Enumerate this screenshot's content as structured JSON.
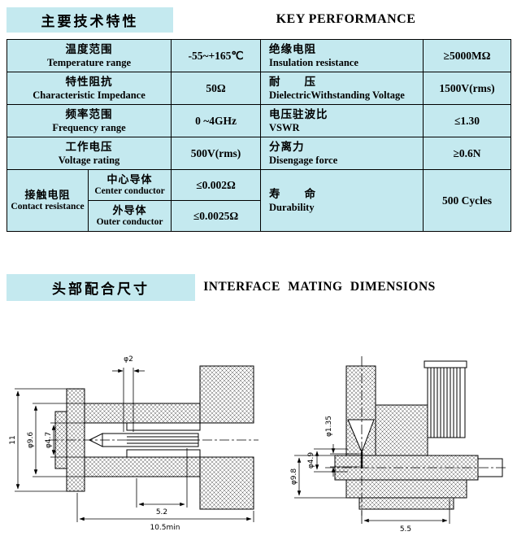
{
  "colors": {
    "accent": "#c4e9ef"
  },
  "section1": {
    "title_cn": "主要技术特性",
    "title_en": "KEY PERFORMANCE"
  },
  "spec_table": {
    "rows": [
      {
        "param_cn": "温度范围",
        "param_en": "Temperature range",
        "value": "-55~+165℃",
        "param2_cn": "绝缘电阻",
        "param2_en": "Insulation resistance",
        "value2": "≥5000MΩ"
      },
      {
        "param_cn": "特性阻抗",
        "param_en": "Characteristic Impedance",
        "value": "50Ω",
        "param2_cn": "耐　　压",
        "param2_en": "DielectricWithstanding Voltage",
        "value2": "1500V(rms)"
      },
      {
        "param_cn": "频率范围",
        "param_en": "Frequency range",
        "value": "0 ~4GHz",
        "param2_cn": "电压驻波比",
        "param2_en": "VSWR",
        "value2": "≤1.30"
      },
      {
        "param_cn": "工作电压",
        "param_en": "Voltage rating",
        "value": "500V(rms)",
        "param2_cn": "分离力",
        "param2_en": "Disengage force",
        "value2": "≥0.6N"
      }
    ],
    "contact_row": {
      "param_cn": "接触电阻",
      "param_en": "Contact resistance",
      "sub1_cn": "中心导体",
      "sub1_en": "Center conductor",
      "value1": "≤0.002Ω",
      "sub2_cn": "外导体",
      "sub2_en": "Outer conductor",
      "value2": "≤0.0025Ω",
      "param2_cn": "寿　　命",
      "param2_en": "Durability",
      "value2b": "500 Cycles"
    }
  },
  "section2": {
    "title_cn": "头部配合尺寸",
    "title_en": "INTERFACE  MATING  DIMENSIONS"
  },
  "drawing_left": {
    "dims": {
      "pin_diameter": "φ2",
      "bore_diameter": "φ4.7",
      "body_diameter": "φ9.6",
      "height": "11",
      "socket_depth": "5.2",
      "min_length": "10.5min"
    }
  },
  "drawing_right": {
    "dims": {
      "pin_diameter": "φ1.35",
      "bore_diameter": "φ4.9",
      "body_diameter": "φ9.8",
      "length": "5.5"
    }
  }
}
